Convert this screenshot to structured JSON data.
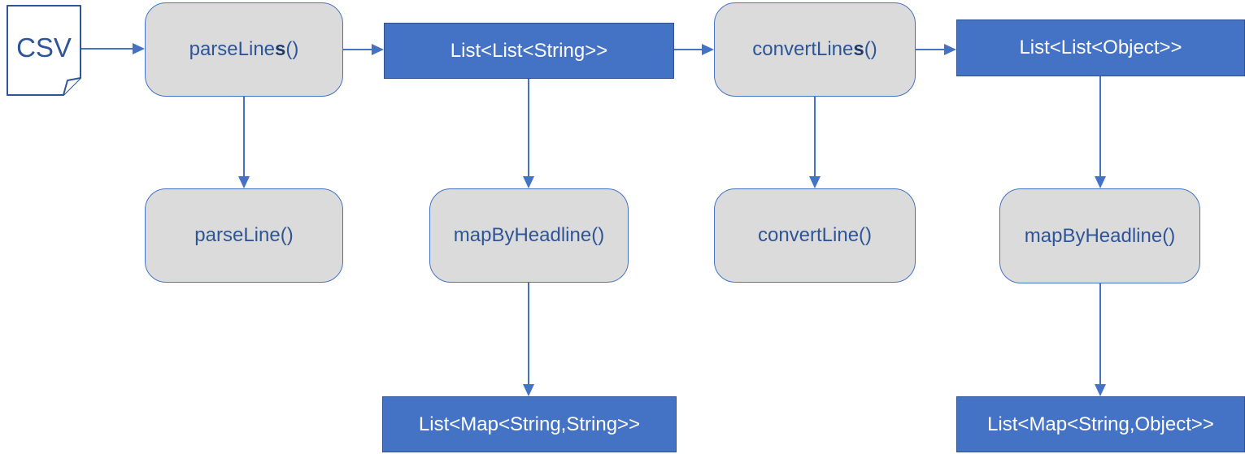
{
  "colors": {
    "blue_fill": "#4472C4",
    "blue_border": "#2F528F",
    "gray_fill": "#DBDBDB",
    "gray_border": "#4472C4",
    "node_text_blue": "#2E5597",
    "bold_suffix_blue": "#1F3864",
    "arrow_blue": "#4472C4",
    "blue_node_text": "#FFFFFF",
    "background": "#FFFFFF"
  },
  "nodes": {
    "csv": {
      "label": "CSV"
    },
    "parse_lines": {
      "pre": "parseLine",
      "bold_suffix": "s",
      "post": "()"
    },
    "list_list_string": {
      "label": "List<List<String>>"
    },
    "convert_lines": {
      "pre": "convertLine",
      "bold_suffix": "s",
      "post": "()"
    },
    "list_list_object": {
      "label": "List<List<Object>>"
    },
    "parse_line": {
      "label": "parseLine()"
    },
    "map_by_headline_left": {
      "label": "mapByHeadline()"
    },
    "convert_line": {
      "label": "convertLine()"
    },
    "map_by_headline_right": {
      "label": "mapByHeadline()"
    },
    "list_map_string_string": {
      "label": "List<Map<String,String>>"
    },
    "list_map_string_object": {
      "label": "List<Map<String,Object>>"
    }
  }
}
